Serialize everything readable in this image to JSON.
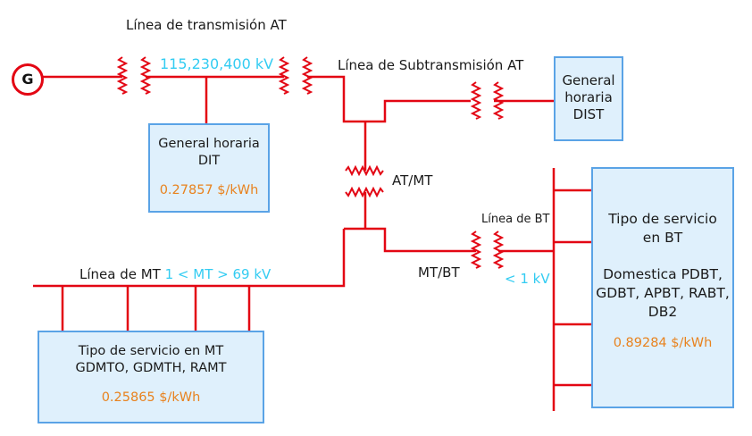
{
  "diagram": {
    "wire_color": "#e30613",
    "box_fill": "#dff0fc",
    "box_border": "#5aa3e6",
    "voltage_color": "#33ccf2",
    "price_color": "#e8821e"
  },
  "generator": {
    "label": "G",
    "icon": "generator-icon"
  },
  "lines": {
    "transmission": {
      "title": "Línea de transmisión AT",
      "voltage": "115,230,400 kV"
    },
    "subtransmission": {
      "title": "Línea de Subtransmisión AT"
    },
    "at_mt": {
      "label": "AT/MT"
    },
    "mt": {
      "title": "Línea de MT",
      "voltage": "1 < MT > 69 kV"
    },
    "mt_bt": {
      "label": "MT/BT"
    },
    "bt": {
      "title": "Línea de BT",
      "voltage": "< 1 kV"
    }
  },
  "boxes": {
    "dist": {
      "line1": "General",
      "line2": "horaria",
      "line3": "DIST"
    },
    "dit": {
      "line1": "General horaria",
      "line2": "DIT",
      "price": "0.27857 $/kWh"
    },
    "mt": {
      "line1": "Tipo de servicio en MT",
      "line2": "GDMTO, GDMTH, RAMT",
      "price": "0.25865 $/kWh"
    },
    "bt": {
      "line1": "Tipo de servicio",
      "line2": "en BT",
      "line3": "Domestica PDBT,",
      "line4": "GDBT, APBT, RABT,",
      "line5": "DB2",
      "price": "0.89284 $/kWh"
    }
  }
}
